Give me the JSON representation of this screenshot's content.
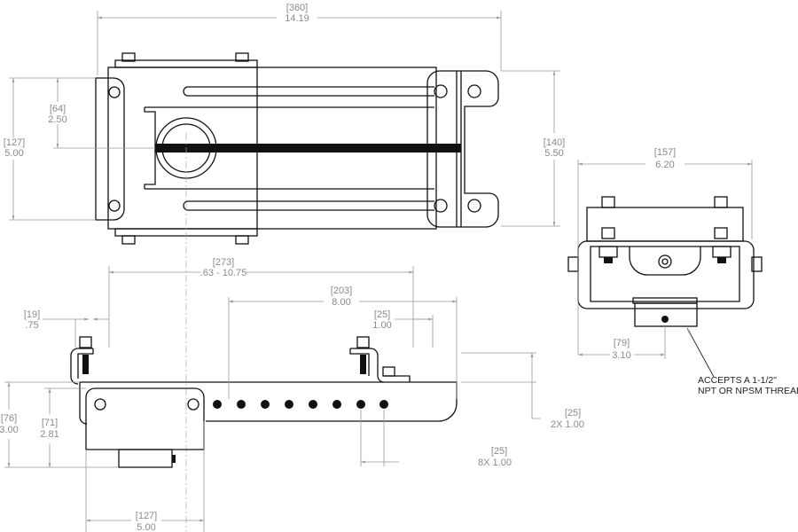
{
  "dimensions": {
    "overall_length": {
      "mm": "[360]",
      "in": "14.19"
    },
    "half_height": {
      "mm": "[64]",
      "in": "2.50"
    },
    "plate_height_left": {
      "mm": "[127]",
      "in": "5.00"
    },
    "plate_height_right": {
      "mm": "[140]",
      "in": "5.50"
    },
    "front_width": {
      "mm": "[157]",
      "in": "6.20"
    },
    "adjust_range": {
      "mm": "[273]",
      "in": ".63 - 10.75"
    },
    "hole_span": {
      "mm": "[203]",
      "in": "8.00"
    },
    "left_offset": {
      "mm": "[19]",
      "in": ".75"
    },
    "right_offset": {
      "mm": "[25]",
      "in": "1.00"
    },
    "side_height": {
      "mm": "[76]",
      "in": "3.00"
    },
    "block_height": {
      "mm": "[71]",
      "in": "2.81"
    },
    "rise": {
      "mm": "[25]",
      "in": "2X 1.00"
    },
    "hole_pitch": {
      "mm": "[25]",
      "in": "8X 1.00"
    },
    "block_width": {
      "mm": "[127]",
      "in": "5.00"
    },
    "front_half": {
      "mm": "[79]",
      "in": "3.10"
    }
  },
  "note": {
    "line1": "ACCEPTS A 1-1/2\"",
    "line2": "NPT OR NPSM THREAD"
  }
}
